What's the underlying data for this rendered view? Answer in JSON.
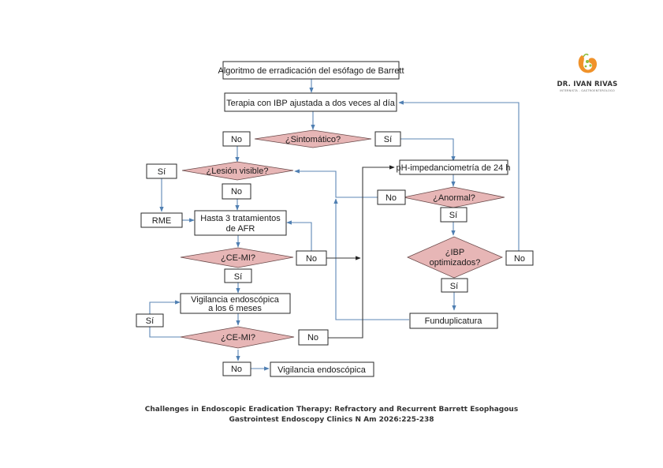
{
  "logo": {
    "name": "DR. IVAN RIVAS",
    "subtitle": "INTERNISTA - GASTROENTERÓLOGO",
    "colors": {
      "orange": "#f0922a",
      "green": "#8dbf3f"
    }
  },
  "flowchart": {
    "title": "Algoritmo de erradicación del esófago de Barrett",
    "therapy": "Terapia con IBP ajustada a dos veces al día",
    "symptomatic_q": "¿Sintomático?",
    "symptomatic_no": "No",
    "symptomatic_yes": "Sí",
    "visible_lesion_q": "¿Lesión visible?",
    "visible_lesion_yes": "Sí",
    "visible_lesion_no": "No",
    "rme": "RME",
    "afr_line1": "Hasta 3 tratamientos",
    "afr_line2": "de AFR",
    "cemi1_q": "¿CE-MI?",
    "cemi1_yes": "Sí",
    "cemi1_no": "No",
    "surveillance6_line1": "Vigilancia endoscópica",
    "surveillance6_line2": "a los 6 meses",
    "cemi2_q": "¿CE-MI?",
    "cemi2_yes": "Sí",
    "cemi2_no_right": "No",
    "cemi2_no_down": "No",
    "surveillance": "Vigilancia endoscópica",
    "ph": "pH-impedanciometría de 24 h",
    "abnormal_q": "¿Anormal?",
    "abnormal_no": "No",
    "abnormal_yes": "Sí",
    "ibp_q_line1": "¿IBP",
    "ibp_q_line2": "optimizados?",
    "ibp_yes": "Sí",
    "ibp_no": "No",
    "fundoplication": "Funduplicatura",
    "colors": {
      "diamond_fill": "#e7b6b6",
      "connector": "#5d87b6"
    }
  },
  "caption": {
    "line1": "Challenges in Endoscopic Eradication Therapy: Refractory and Recurrent Barrett Esophagous",
    "line2": "Gastrointest Endoscopy Clinics N Am 2026:225-238"
  }
}
